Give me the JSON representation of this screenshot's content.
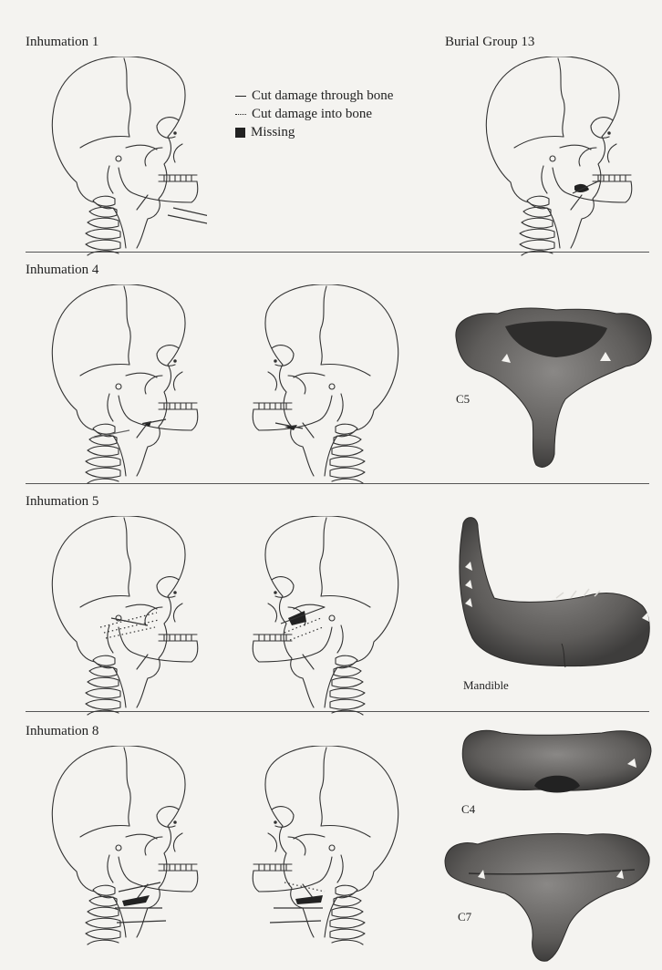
{
  "figure": {
    "panels": [
      {
        "id": "inh1",
        "title": "Inhumation 1"
      },
      {
        "id": "bg13",
        "title": "Burial Group 13"
      },
      {
        "id": "inh4",
        "title": "Inhumation 4"
      },
      {
        "id": "inh5",
        "title": "Inhumation 5"
      },
      {
        "id": "inh8",
        "title": "Inhumation 8"
      }
    ],
    "legend": {
      "through": "Cut damage through bone",
      "into": "Cut damage into bone",
      "missing": "Missing"
    },
    "photo_labels": {
      "c5": "C5",
      "mandible": "Mandible",
      "c4": "C4",
      "c7": "C7"
    }
  },
  "colors": {
    "background": "#f4f3f0",
    "line": "#333333",
    "bone_photo": "#6b6a68",
    "bone_dark": "#3b3a39"
  }
}
